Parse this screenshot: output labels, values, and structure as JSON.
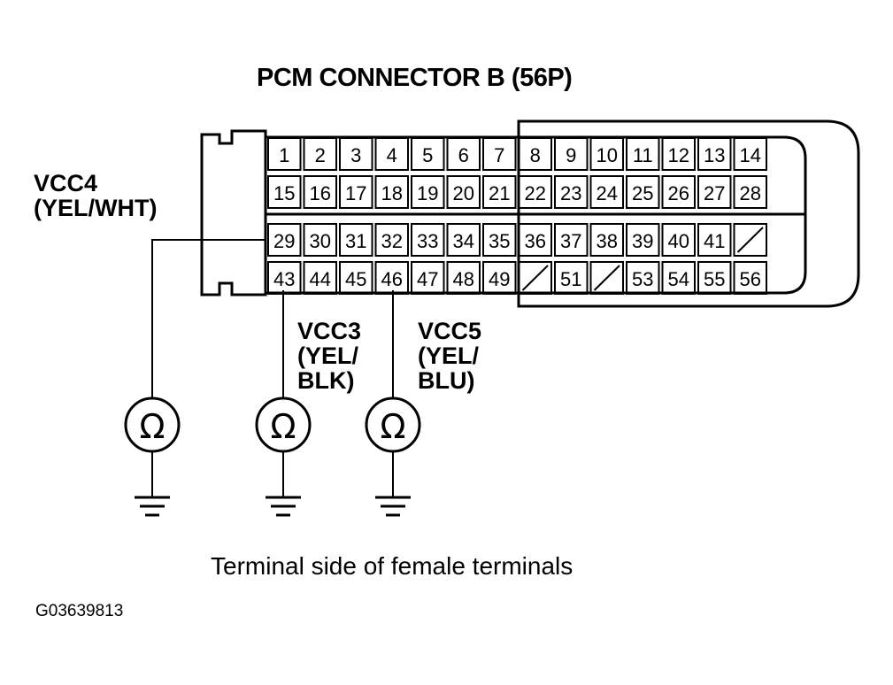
{
  "connector": {
    "title": "PCM CONNECTOR B (56P)",
    "rows": [
      [
        "1",
        "2",
        "3",
        "4",
        "5",
        "6",
        "7",
        "8",
        "9",
        "10",
        "11",
        "12",
        "13",
        "14"
      ],
      [
        "15",
        "16",
        "17",
        "18",
        "19",
        "20",
        "21",
        "22",
        "23",
        "24",
        "25",
        "26",
        "27",
        "28"
      ],
      [
        "29",
        "30",
        "31",
        "32",
        "33",
        "34",
        "35",
        "36",
        "37",
        "38",
        "39",
        "40",
        "41",
        ""
      ],
      [
        "43",
        "44",
        "45",
        "46",
        "47",
        "48",
        "49",
        "",
        "51",
        "",
        "53",
        "54",
        "55",
        "56"
      ]
    ]
  },
  "wires": {
    "vcc4": {
      "lines": [
        "VCC4",
        "(YEL/WHT)"
      ],
      "pin": "29"
    },
    "vcc3": {
      "lines": [
        "VCC3",
        "(YEL/",
        "BLK)"
      ],
      "pin": "43"
    },
    "vcc5": {
      "lines": [
        "VCC5",
        "(YEL/",
        "BLU)"
      ],
      "pin": "46"
    }
  },
  "meter_symbol": "Ω",
  "caption": "Terminal side of female terminals",
  "figure_id": "G03639813"
}
